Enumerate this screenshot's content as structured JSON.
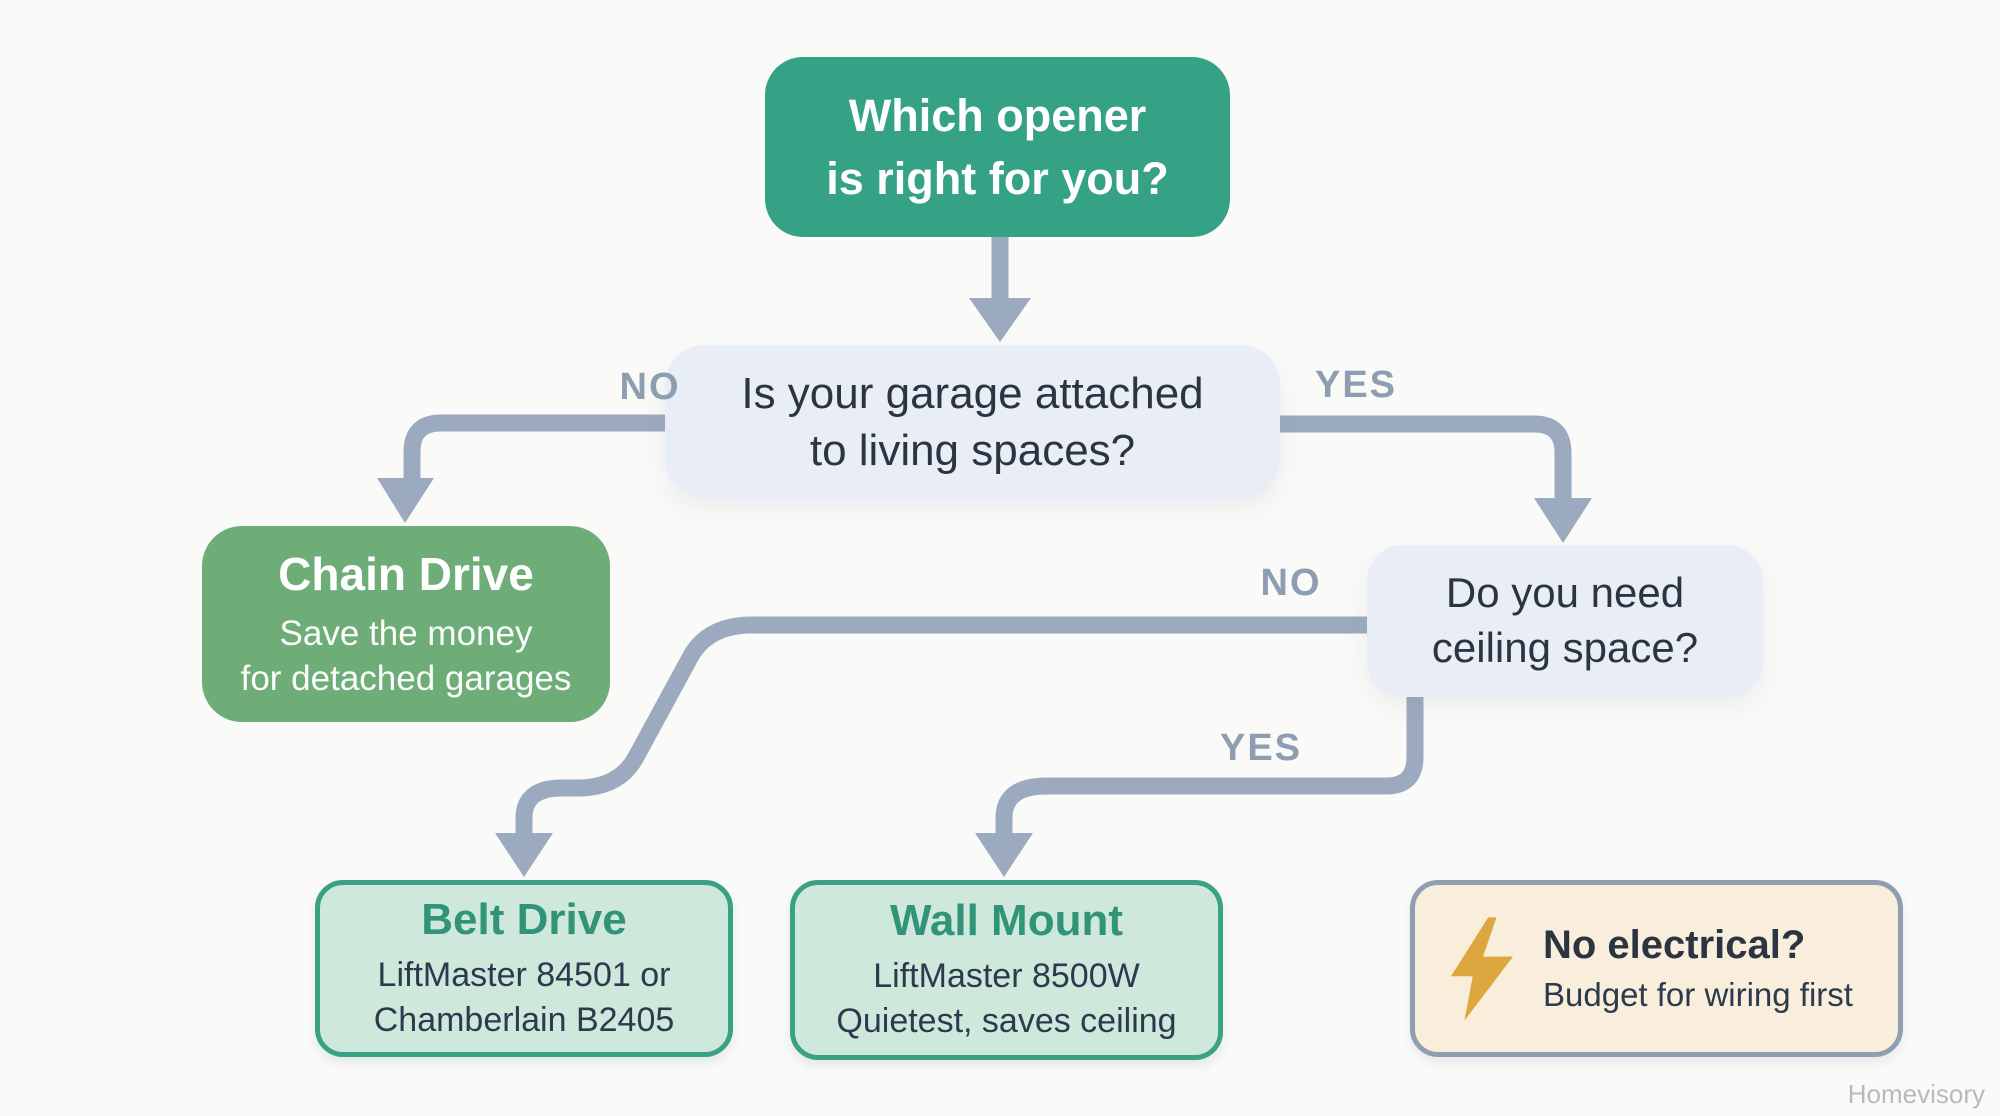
{
  "colors": {
    "background": "#fafaf8",
    "root_box_bg": "#35a285",
    "root_box_text": "#ffffff",
    "question_box_bg": "#e9eef6",
    "question_text": "#2b3441",
    "chain_box_bg": "#6ead78",
    "connector": "#9caabf",
    "branch_label": "#8d9eb3",
    "result_box_bg": "#cfe8dc",
    "result_box_border": "#3aa183",
    "result_title": "#319478",
    "result_text": "#2c3a4d",
    "note_box_bg": "#f8eedb",
    "note_box_border": "#8f9fb1",
    "bolt": "#dda63f",
    "watermark": "#b9b9b9"
  },
  "nodes": {
    "root": {
      "line1": "Which opener",
      "line2": "is right for you?"
    },
    "q_attached": {
      "line1": "Is your garage attached",
      "line2": "to living spaces?",
      "no_label": "NO",
      "yes_label": "YES"
    },
    "chain_drive": {
      "title": "Chain Drive",
      "line1": "Save the money",
      "line2": "for detached garages"
    },
    "q_ceiling": {
      "line1": "Do you need",
      "line2": "ceiling space?",
      "no_label": "NO",
      "yes_label": "YES"
    },
    "belt_drive": {
      "title": "Belt Drive",
      "line1": "LiftMaster 84501 or",
      "line2": "Chamberlain B2405"
    },
    "wall_mount": {
      "title": "Wall Mount",
      "line1": "LiftMaster 8500W",
      "line2": "Quietest, saves ceiling"
    },
    "no_electrical": {
      "title": "No electrical?",
      "subtitle": "Budget for wiring first"
    }
  },
  "watermark": "Homevisory"
}
